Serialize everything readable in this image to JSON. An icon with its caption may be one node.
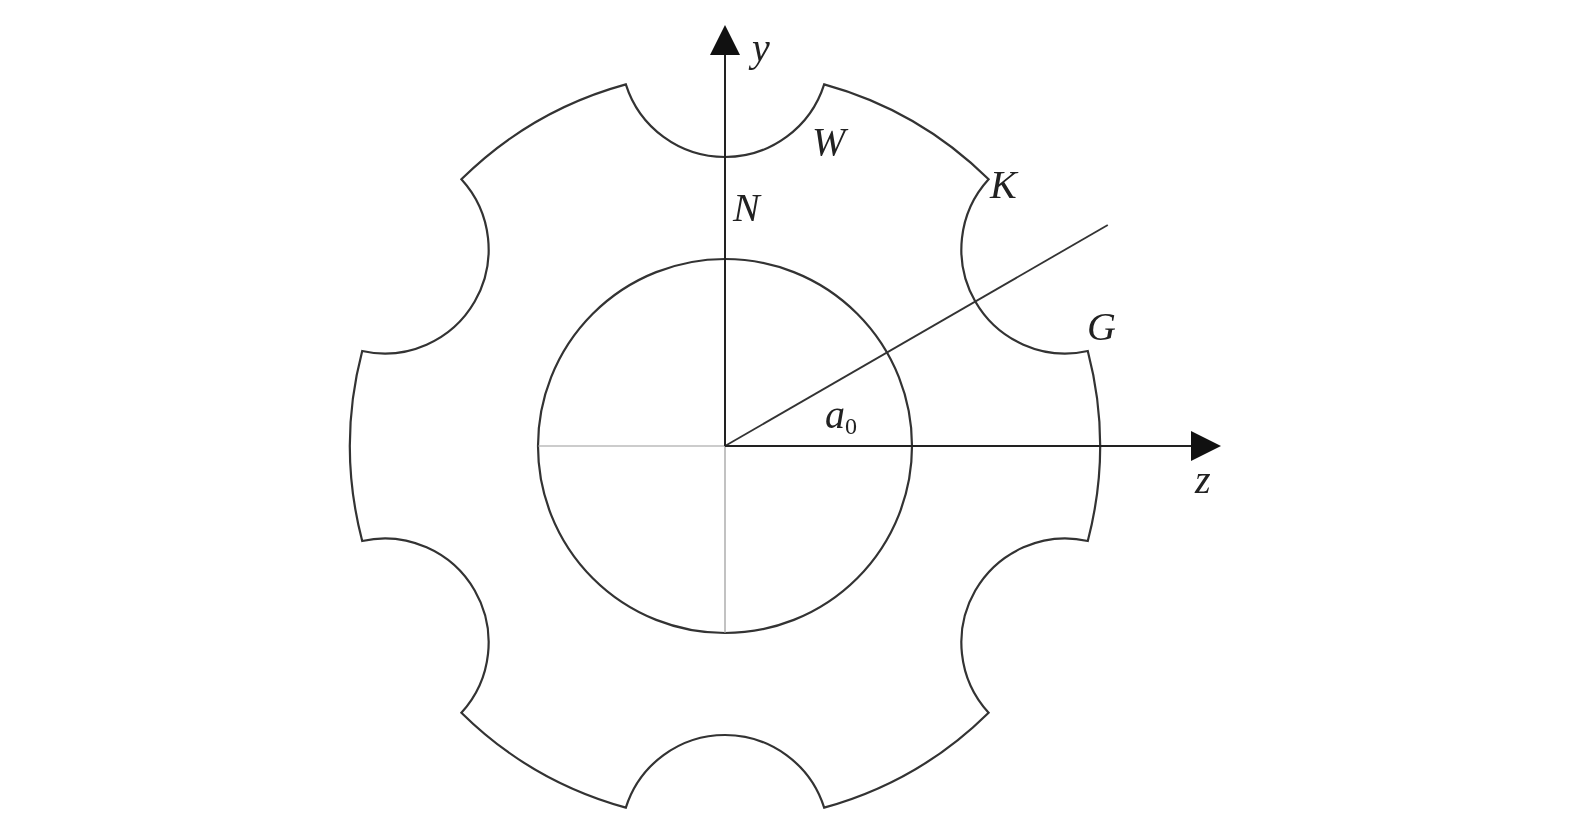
{
  "diagram": {
    "labels": [
      "y",
      "W",
      "K",
      "N",
      "G",
      "a$_{0}$",
      "z"
    ]
  }
}
